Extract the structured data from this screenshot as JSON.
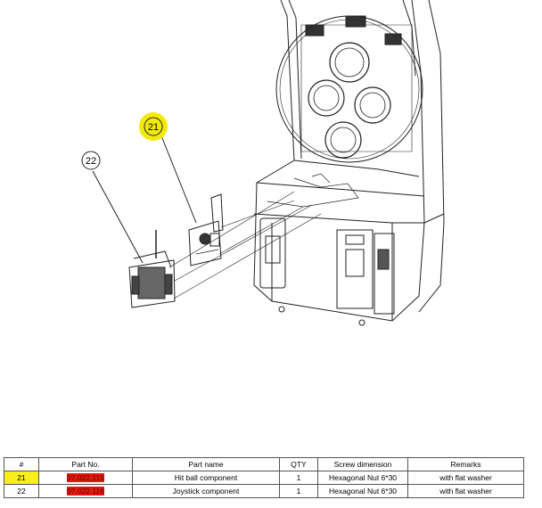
{
  "diagram": {
    "callouts": [
      {
        "number": "21",
        "highlight_color": "#f2ea0c"
      },
      {
        "number": "22"
      }
    ]
  },
  "table": {
    "headers": [
      "#",
      "Part No.",
      "Part name",
      "QTY",
      "Screw dimension",
      "Remarks"
    ],
    "rows": [
      {
        "num": "21",
        "part_no": "07.022.115",
        "part_name": "Hit ball component",
        "qty": "1",
        "screw": "Hexagonal Nut 6*30",
        "remarks": "with flat washer",
        "num_highlight": true
      },
      {
        "num": "22",
        "part_no": "07.022.116",
        "part_name": "Joystick component",
        "qty": "1",
        "screw": "Hexagonal Nut 6*30",
        "remarks": "with flat washer",
        "num_highlight": false
      }
    ],
    "part_no_highlight_color": "#e8190d",
    "num_highlight_color": "#f7ee1c"
  }
}
